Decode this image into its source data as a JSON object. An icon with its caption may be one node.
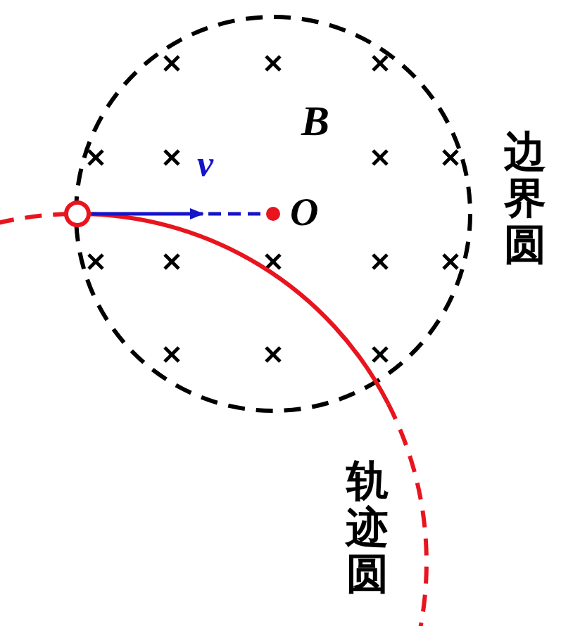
{
  "diagram": {
    "labels": [
      "B",
      "v",
      "O",
      "边界圆",
      "轨迹圆"
    ]
  }
}
